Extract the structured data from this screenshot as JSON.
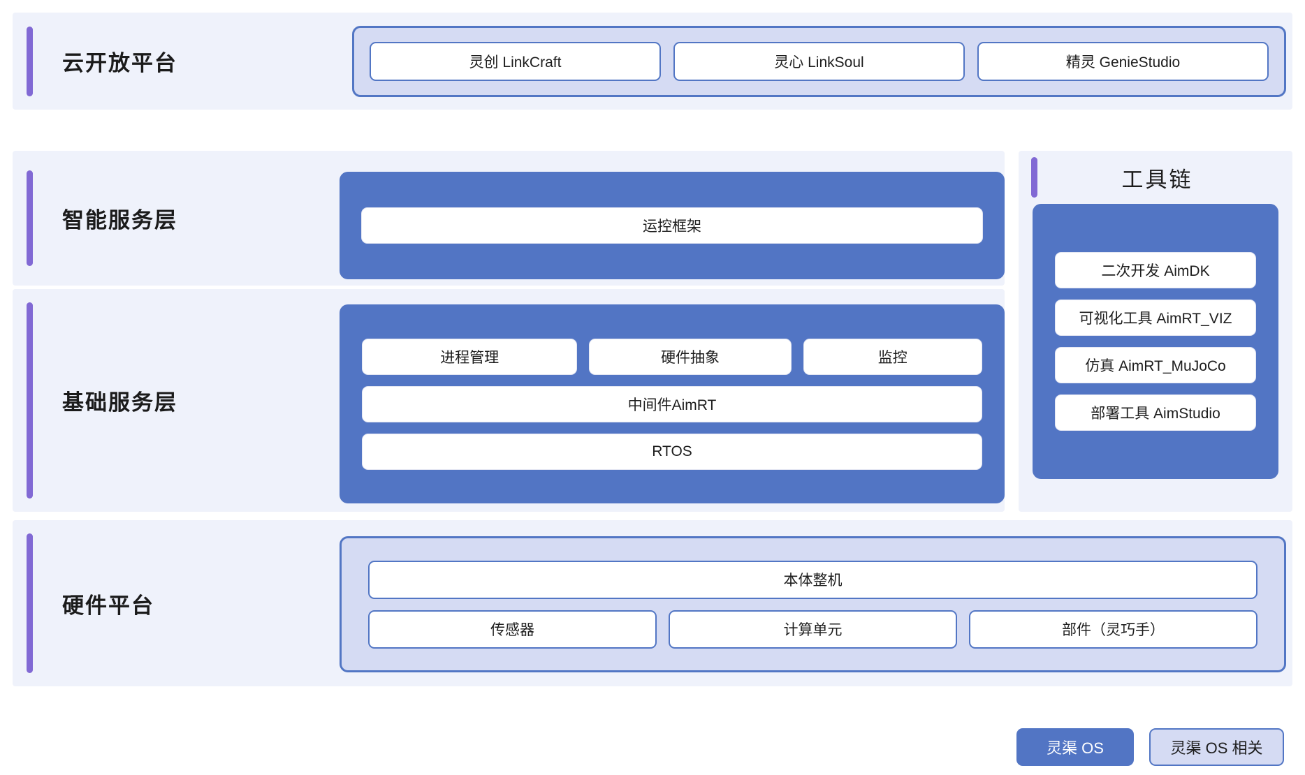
{
  "diagram": {
    "accent_color": "#8169d4",
    "blue": "#5275c4",
    "light_panel": "#d5dbf3",
    "row_bg": "#eff2fb"
  },
  "rows": {
    "cloud": {
      "title": "云开放平台",
      "items": [
        {
          "label": "灵创 LinkCraft"
        },
        {
          "label": "灵心 LinkSoul"
        },
        {
          "label": "精灵 GenieStudio"
        }
      ]
    },
    "intelligent": {
      "title": "智能服务层",
      "items": [
        {
          "label": "运控框架"
        }
      ]
    },
    "basic": {
      "title": "基础服务层",
      "top_items": [
        {
          "label": "进程管理"
        },
        {
          "label": "硬件抽象"
        },
        {
          "label": "监控"
        }
      ],
      "middleware": "中间件AimRT",
      "rtos": "RTOS"
    },
    "hardware": {
      "title": "硬件平台",
      "main": "本体整机",
      "items": [
        {
          "label": "传感器"
        },
        {
          "label": "计算单元"
        },
        {
          "label": "部件（灵巧手）"
        }
      ]
    }
  },
  "toolchain": {
    "title": "工具链",
    "items": [
      {
        "label": "二次开发 AimDK"
      },
      {
        "label": "可视化工具 AimRT_VIZ"
      },
      {
        "label": "仿真 AimRT_MuJoCo"
      },
      {
        "label": "部署工具 AimStudio"
      }
    ]
  },
  "legend": {
    "os_label": "灵渠 OS",
    "os_related_label": "灵渠 OS 相关"
  }
}
